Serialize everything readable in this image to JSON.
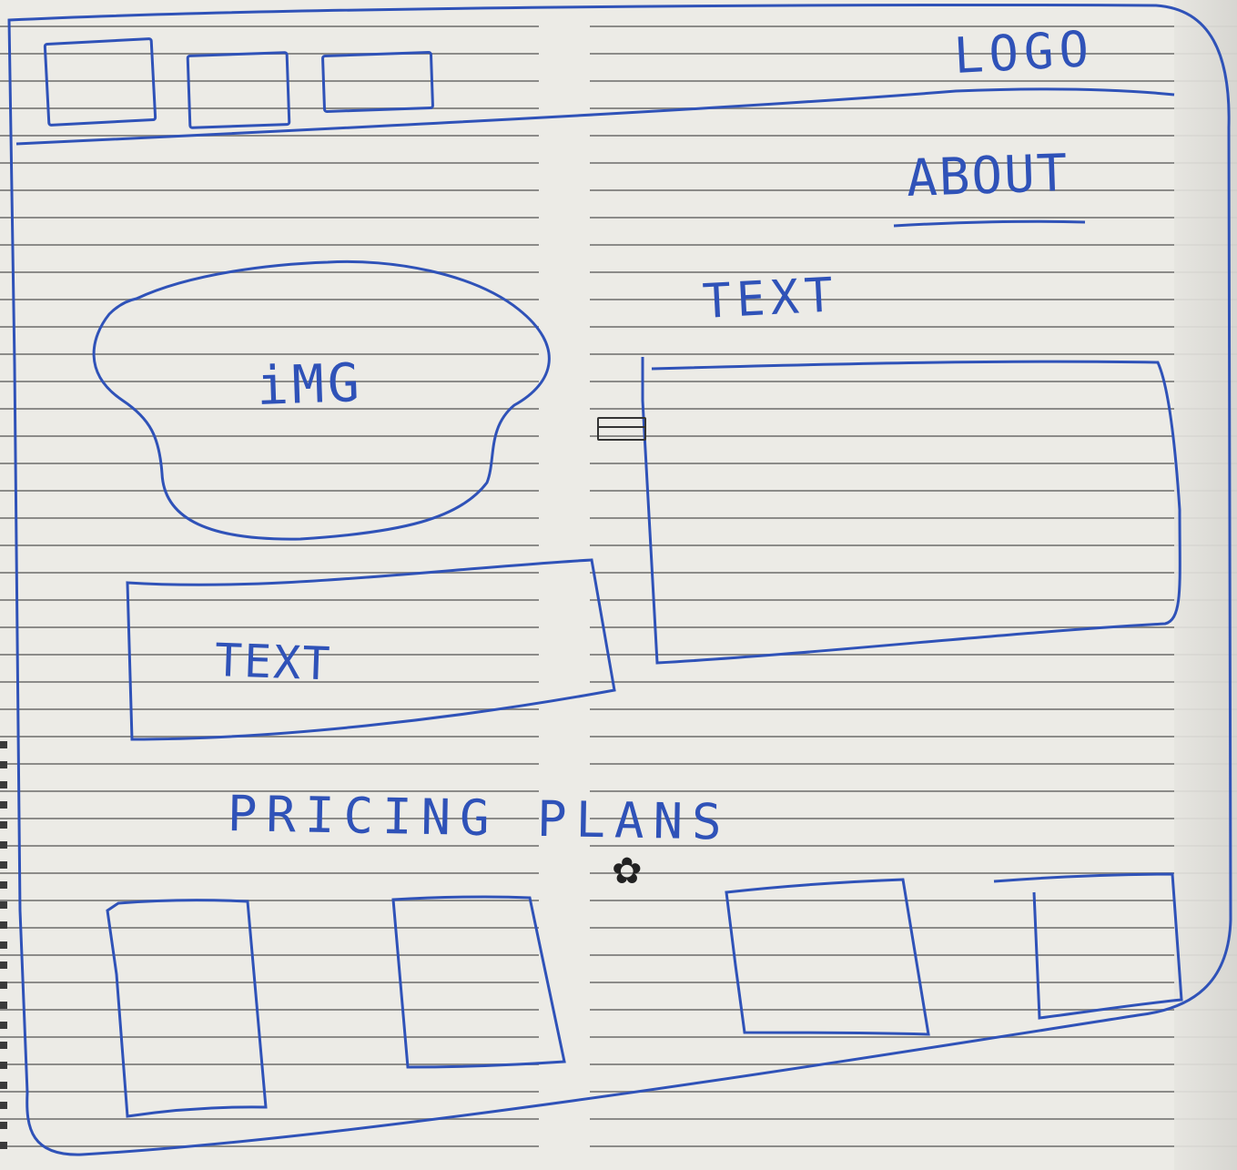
{
  "header": {
    "nav_buttons": [
      "",
      "",
      ""
    ],
    "logo": "LOGO"
  },
  "about": {
    "title": "ABOUT",
    "text_label": "TEXT"
  },
  "hero": {
    "image_label": "iMG",
    "text_label": "TEXT"
  },
  "pricing": {
    "title": "PRICING PLANS",
    "plan_count": 4
  },
  "icons": {
    "small_box": "rectangle-icon",
    "flower": "flower-icon"
  },
  "colors": {
    "ink": "#2f52b8",
    "paper": "#ecebe6"
  }
}
